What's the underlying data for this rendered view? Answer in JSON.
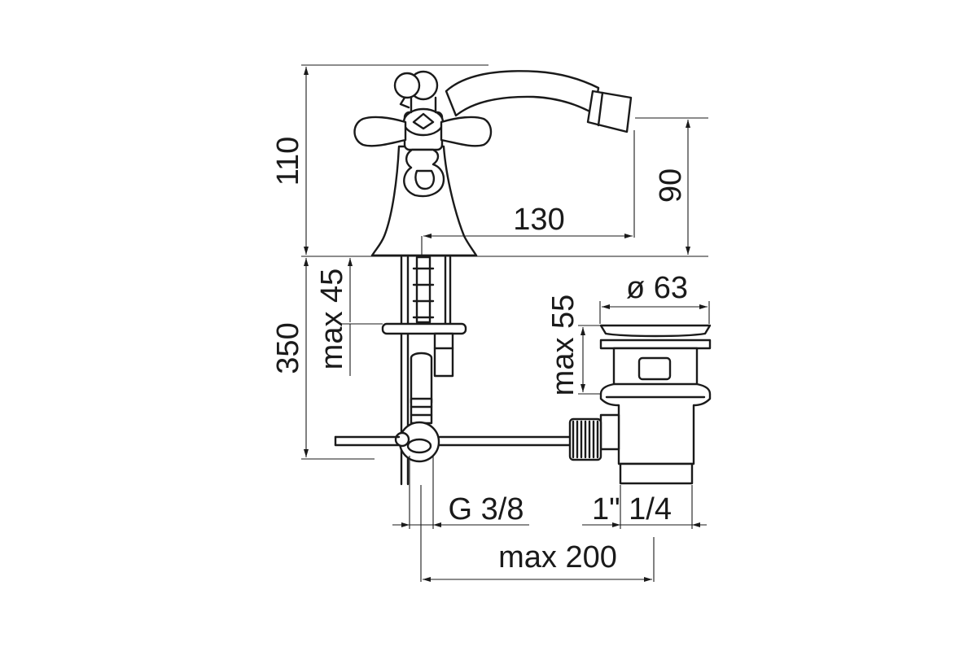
{
  "dimensions": {
    "height_110": "110",
    "height_90": "90",
    "reach_130": "130",
    "height_350": "350",
    "max_45": "max 45",
    "diameter_63": "ø 63",
    "max_55": "max 55",
    "thread_g38": "G 3/8",
    "thread_1_1_4": "1\" 1/4",
    "max_200": "max 200"
  },
  "colors": {
    "line": "#1a1a1a",
    "background": "#ffffff"
  }
}
